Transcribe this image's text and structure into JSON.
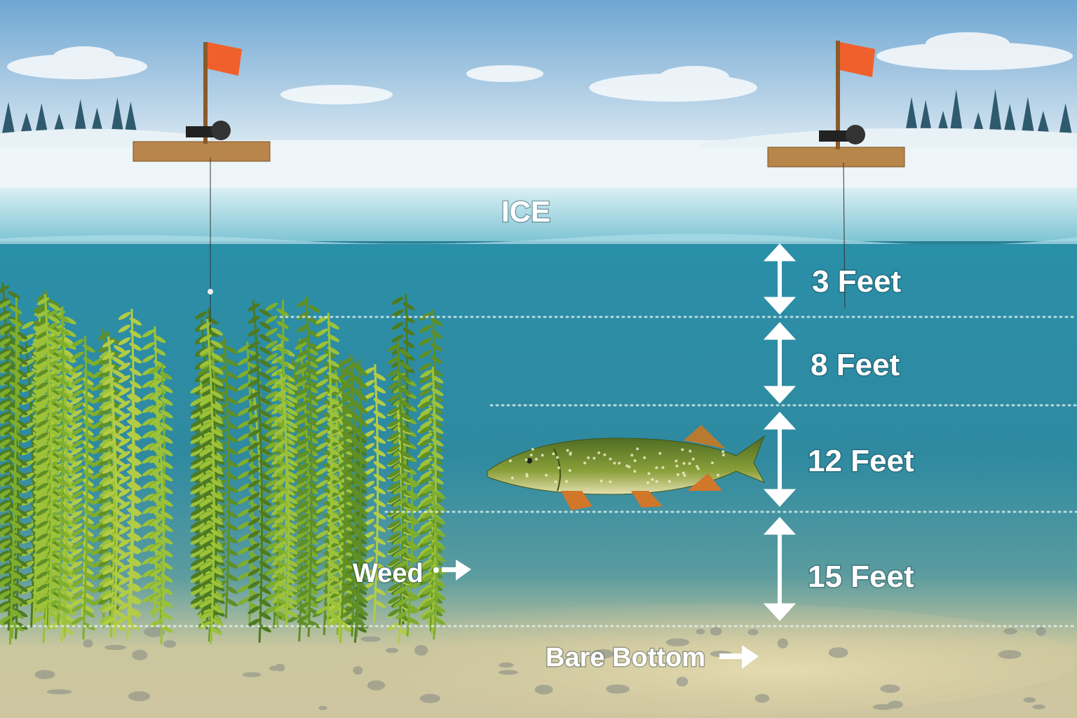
{
  "labels": {
    "ice": "ICE",
    "weed": "Weed",
    "bare_bottom": "Bare Bottom"
  },
  "depth_zones": [
    {
      "label": "3 Feet"
    },
    {
      "label": "8 Feet"
    },
    {
      "label": "12 Feet"
    },
    {
      "label": "15 Feet"
    }
  ],
  "colors": {
    "flag": "#f0602c",
    "water_top": "#2a8fa8",
    "water_deep": "#3a7f8e",
    "bottom_sand": "#d8cfa6",
    "weed": "#7fae2e",
    "ice": "#bfe3ea"
  }
}
